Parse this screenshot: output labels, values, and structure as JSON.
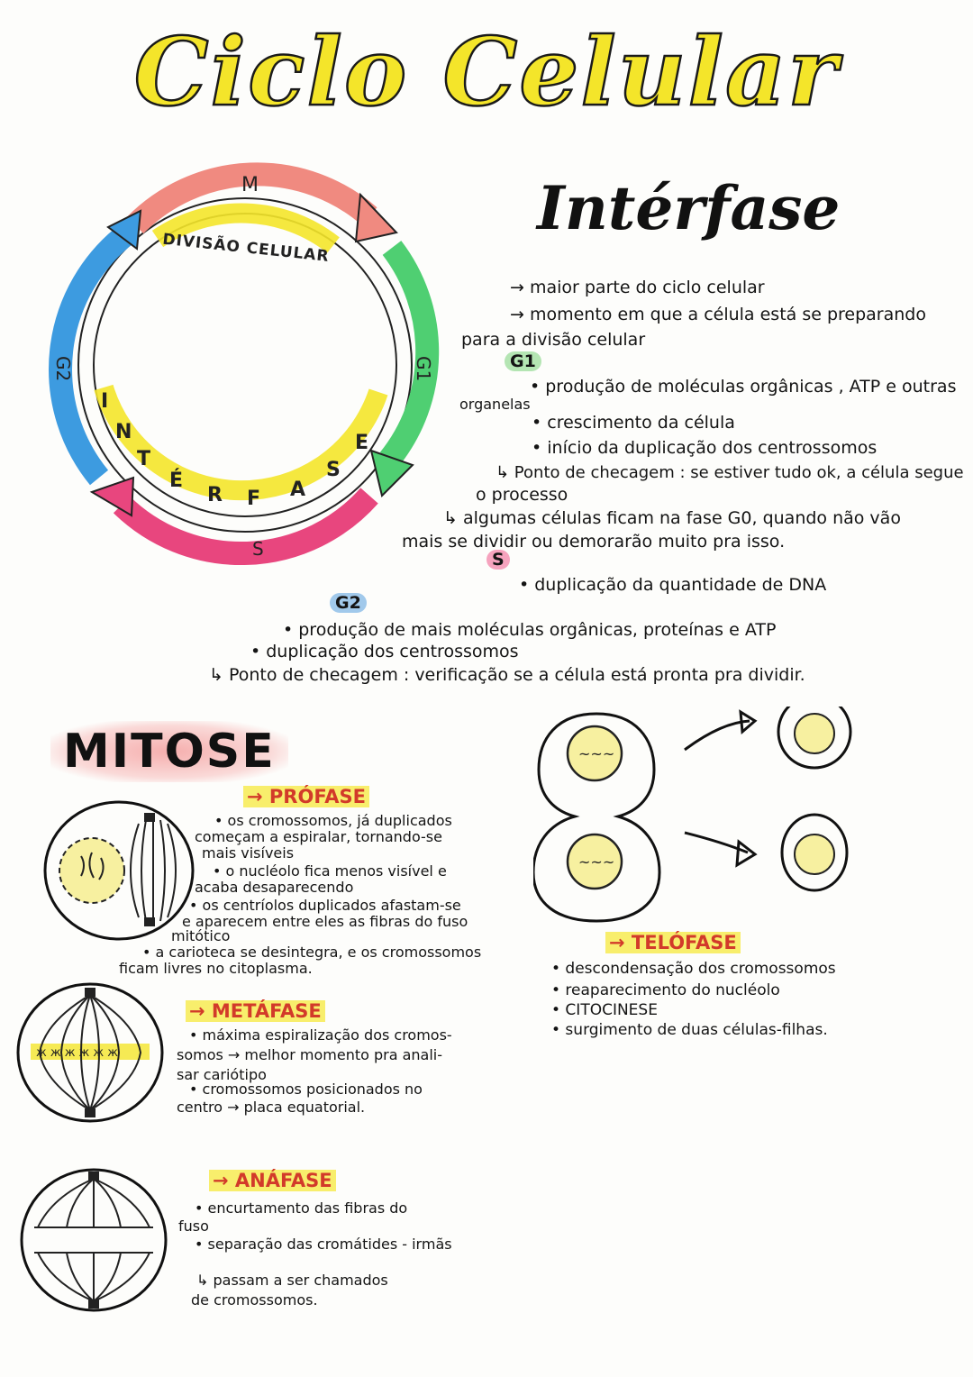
{
  "title": "Ciclo Celular",
  "cycle": {
    "top_label": "M",
    "arc_label": "DIVISÃO CELULAR",
    "g1": "G1",
    "g2": "G2",
    "s": "S",
    "interfase_letters": [
      "I",
      "N",
      "T",
      "É",
      "R",
      "F",
      "A",
      "S",
      "E"
    ]
  },
  "interfase": {
    "heading": "Intérfase",
    "lines": [
      "→ maior parte do ciclo celular",
      "→ momento em que a célula está se preparando",
      "para a divisão celular"
    ],
    "g1_tag": "G1",
    "g1_lines": [
      "• produção de moléculas orgânicas , ATP e outras",
      "organelas",
      "• crescimento da célula",
      "• início da duplicação dos centrossomos",
      "↳ Ponto de checagem : se estiver tudo ok, a célula segue",
      "o processo",
      "↳ algumas células ficam na fase G0, quando não vão",
      "mais se dividir ou demorarão muito pra isso."
    ],
    "s_tag": "S",
    "s_lines": [
      "• duplicação da quantidade de DNA"
    ],
    "g2_tag": "G2",
    "g2_lines": [
      "• produção de mais moléculas orgânicas, proteínas e ATP",
      "• duplicação dos centrossomos",
      "↳ Ponto de checagem : verificação se a célula está pronta pra dividir."
    ]
  },
  "mitose": {
    "heading": "MITOSE",
    "profase": {
      "head": "→ PRÓFASE",
      "lines": [
        "• os cromossomos, já duplicados",
        "começam a espiralar, tornando-se",
        "mais visíveis",
        "• o nucléolo fica menos visível e",
        "acaba desaparecendo",
        "• os centríolos duplicados afastam-se",
        "e aparecem entre eles as fibras do fuso",
        "mitótico",
        "• a carioteca se desintegra, e os cromossomos",
        "ficam livres no citoplasma."
      ]
    },
    "metafase": {
      "head": "→ METÁFASE",
      "lines": [
        "• máxima espiralização dos cromos-",
        "somos → melhor momento pra anali-",
        "sar cariótipo",
        "• cromossomos posicionados no",
        "centro → placa equatorial."
      ]
    },
    "anafase": {
      "head": "→ ANÁFASE",
      "lines": [
        "• encurtamento das fibras do",
        "fuso",
        "• separação das cromátides - irmãs",
        "↳ passam a ser chamados",
        "de cromossomos."
      ]
    },
    "telofase": {
      "head": "→ TELÓFASE",
      "lines": [
        "• descondensação dos cromossomos",
        "• reaparecimento do nucléolo",
        "• CITOCINESE",
        "• surgimento de duas células-filhas."
      ]
    }
  },
  "colors": {
    "m_arc": "#f08a80",
    "g1_arc": "#4fcf72",
    "s_arc": "#e8467e",
    "g2_arc": "#3d9be0",
    "highlight_yellow": "#f4e52a"
  }
}
